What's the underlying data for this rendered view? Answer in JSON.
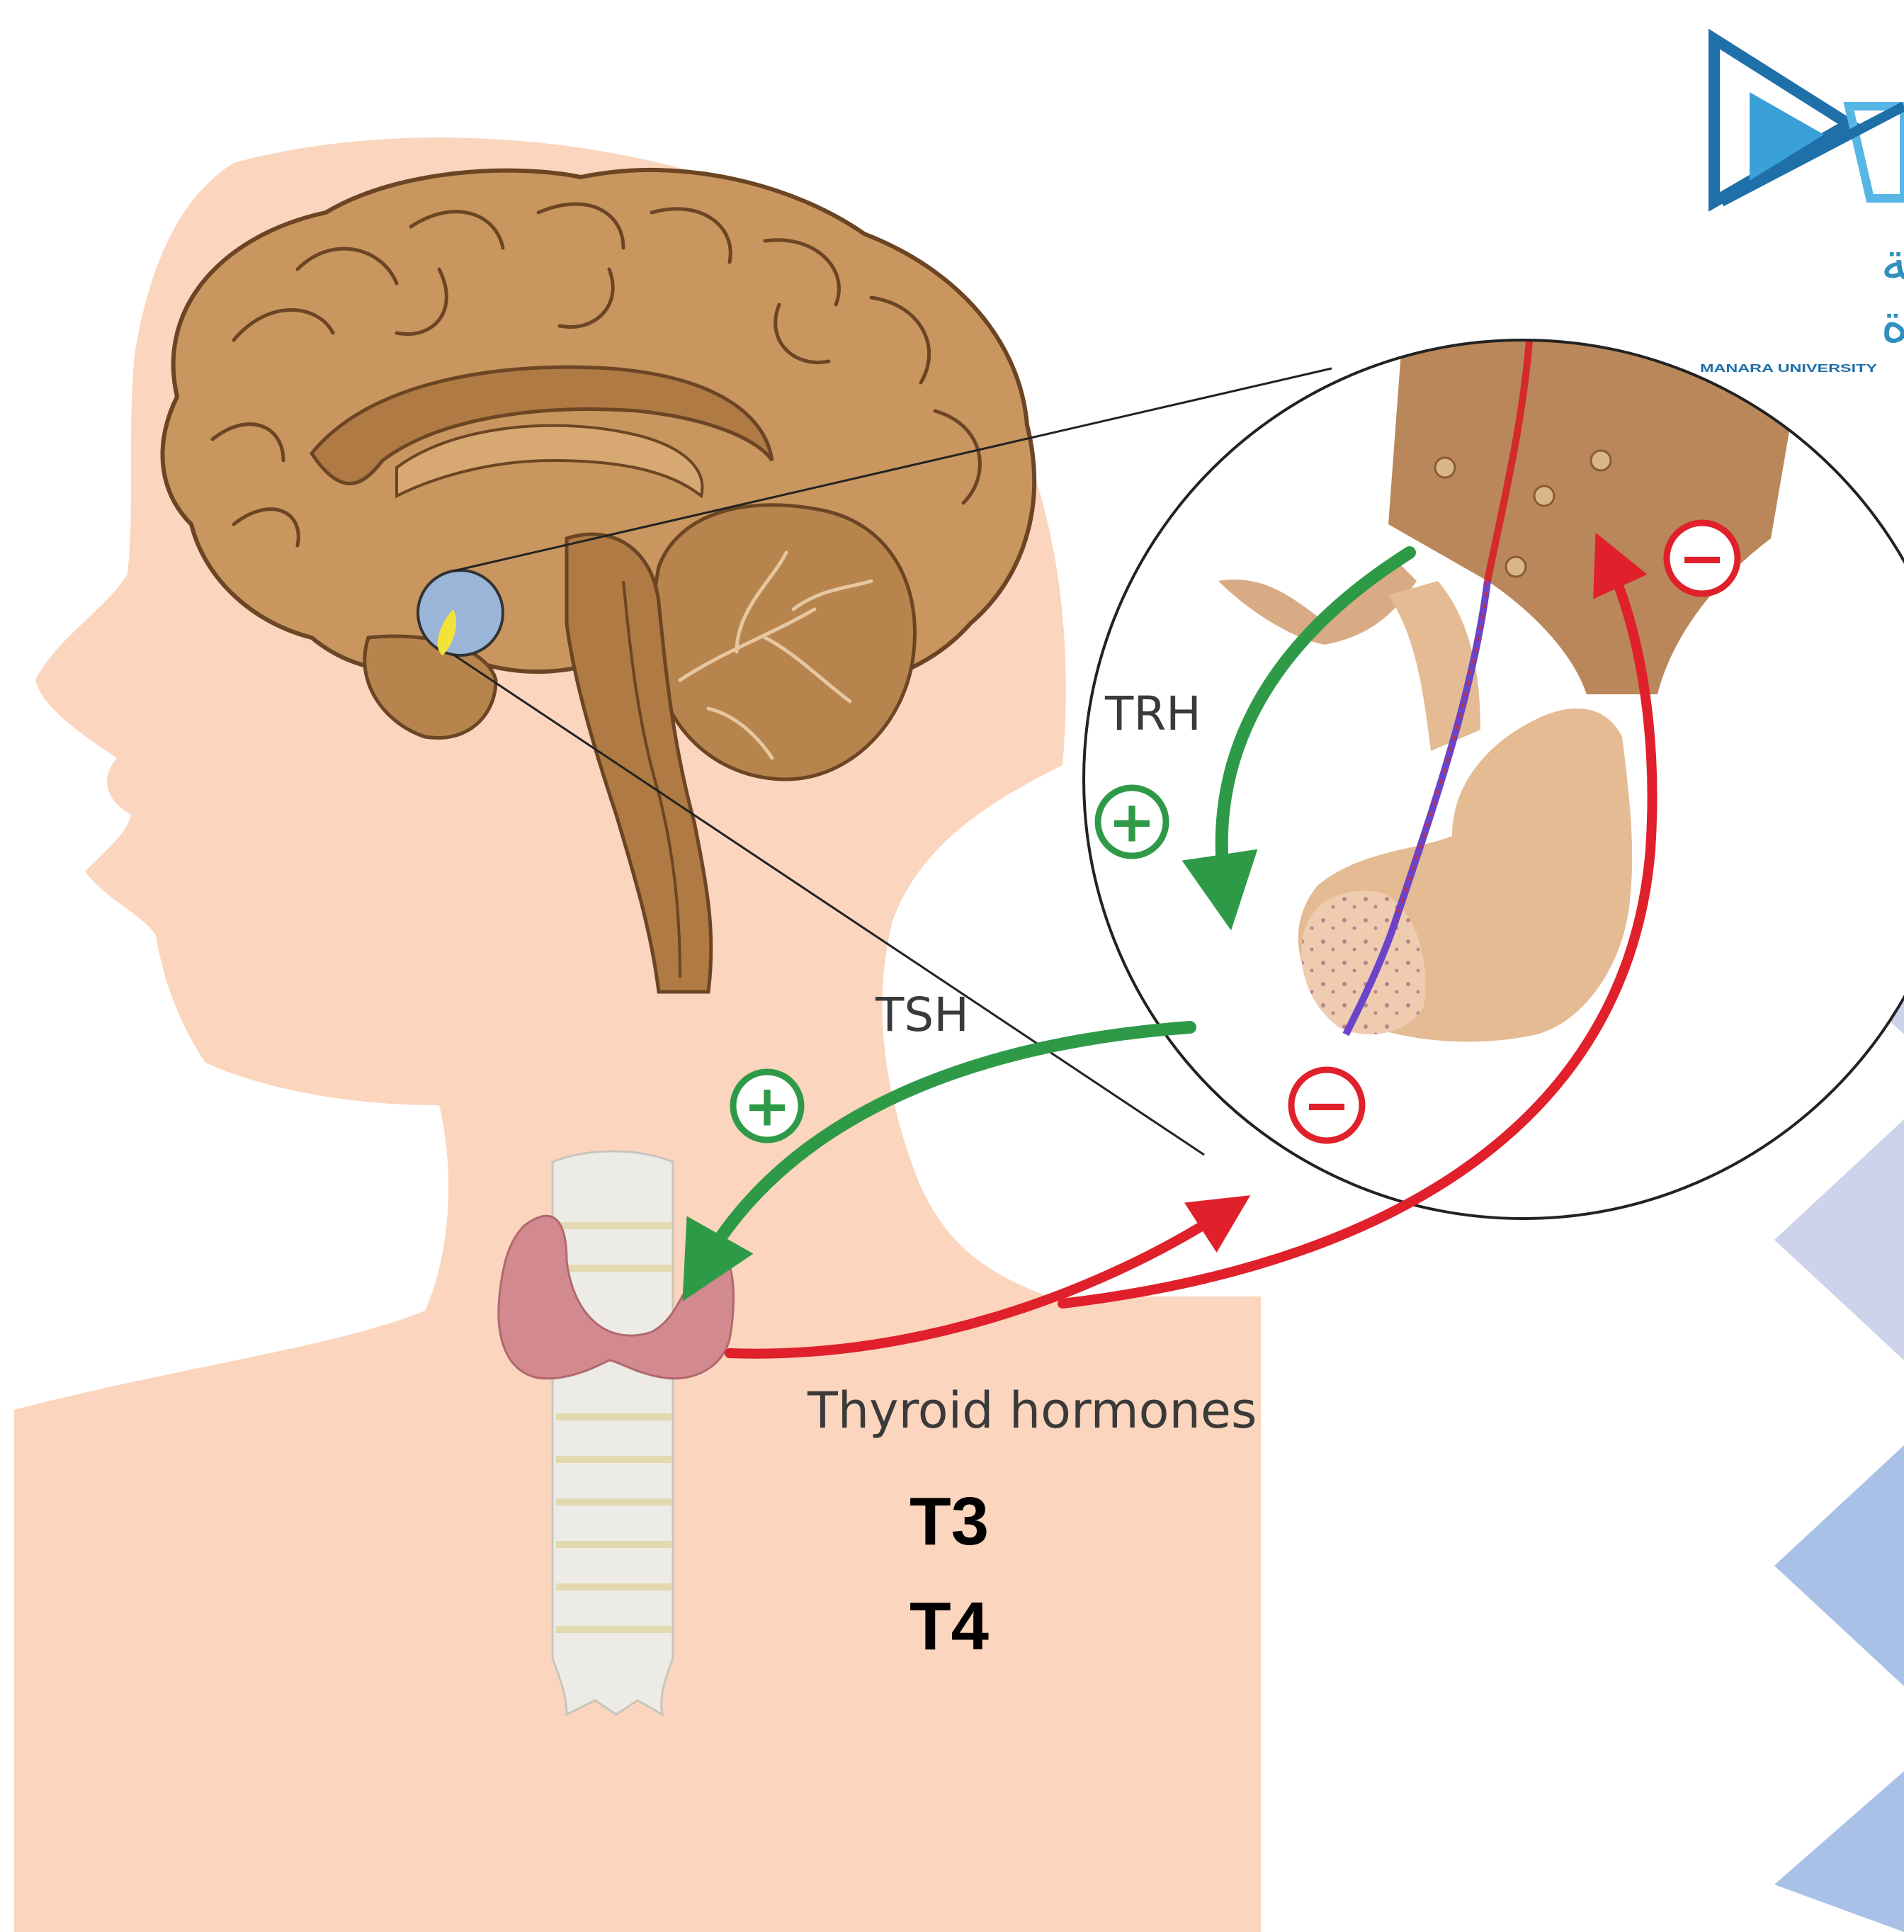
{
  "labels": {
    "trh": "TRH",
    "tsh": "TSH",
    "thyroid_hormones": "Thyroid hormones",
    "t3": "T3",
    "t4": "T4"
  },
  "signs": {
    "plus_trh": "+",
    "plus_tsh": "+",
    "minus_hypothalamus": "−",
    "minus_pituitary": "−"
  },
  "logo": {
    "arabic_line1": "جَامعة",
    "arabic_line2": "المَنارة",
    "english": "MANARA UNIVERSITY"
  },
  "colors": {
    "skin": "#fbd5bd",
    "brain": "#c9965f",
    "brain_outline": "#6b4524",
    "stimulatory": "#2e9a48",
    "inhibitory": "#e0202a",
    "thyroid": "#d28a8f",
    "trachea": "#ecebe6",
    "deco_light": "#cdd3ea",
    "deco_mid": "#a9c1e6",
    "logo_blue": "#1f6fa8"
  }
}
